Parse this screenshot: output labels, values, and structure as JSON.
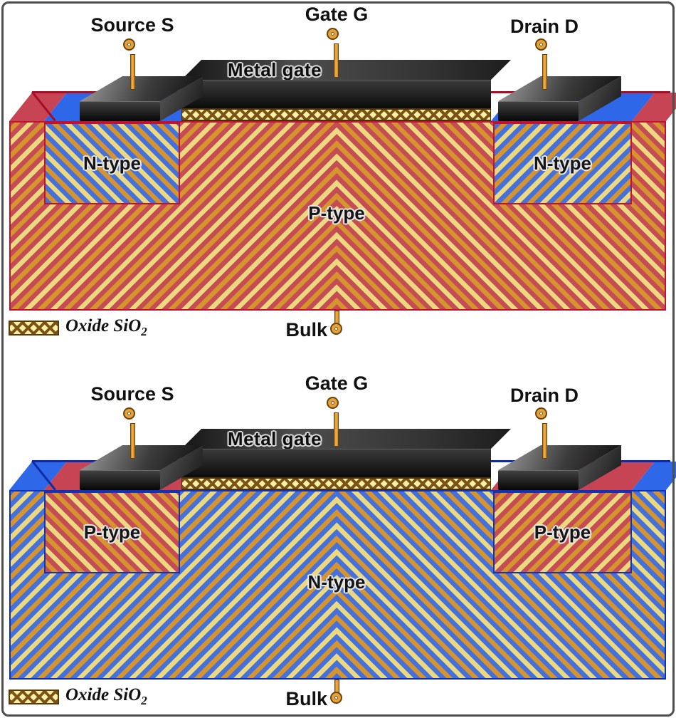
{
  "colors": {
    "p_type_fill": "#C54B55",
    "n_type_fill": "#4471DB",
    "hatch_gold": "#D6942E",
    "hatch_gold_light": "#ECD97F",
    "p_type_border": "#C11330",
    "n_type_border": "#1030B5",
    "oxide_fill": "#F6F1A3",
    "oxide_line": "#7C5218",
    "metal_dark": "#1A1A1A",
    "pin_fill": "#E2A33B",
    "pin_outline": "#6E4206"
  },
  "diagrams": [
    {
      "source_label": "Source S",
      "gate_label": "Gate G",
      "drain_label": "Drain D",
      "bulk_label": "Bulk",
      "metal_gate_label": "Metal gate",
      "source_well_label": "N-type",
      "drain_well_label": "N-type",
      "substrate_label": "P-type",
      "legend_label": "Oxide SiO",
      "legend_subscript": "2"
    },
    {
      "source_label": "Source S",
      "gate_label": "Gate G",
      "drain_label": "Drain D",
      "bulk_label": "Bulk",
      "metal_gate_label": "Metal gate",
      "source_well_label": "P-type",
      "drain_well_label": "P-type",
      "substrate_label": "N-type",
      "legend_label": "Oxide SiO",
      "legend_subscript": "2"
    }
  ]
}
